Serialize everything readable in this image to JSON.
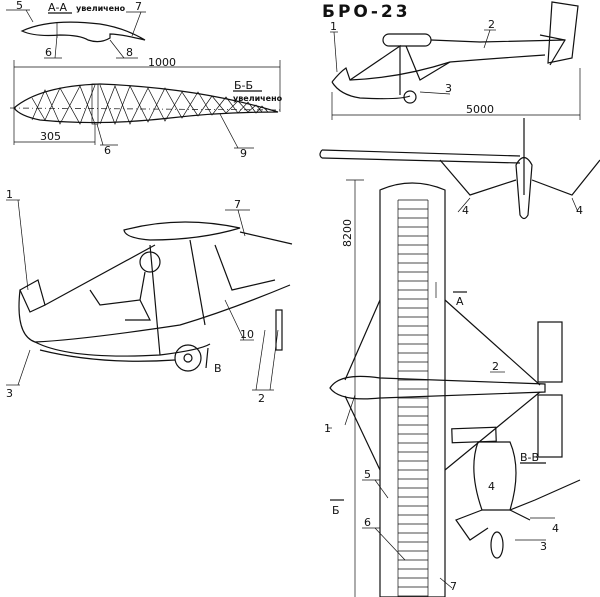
{
  "title": "БРО-23",
  "sections": {
    "aa": {
      "name": "А-А",
      "note": "увеличено"
    },
    "bb": {
      "name": "Б-Б",
      "note": "увеличено"
    },
    "vv": {
      "name": "В-В"
    }
  },
  "dimensions": {
    "chord": "1000",
    "spar_offset": "305",
    "length": "5000",
    "span": "8200"
  },
  "section_marks": {
    "a": "А",
    "b": "Б",
    "v": "В"
  },
  "callouts": {
    "c1": "1",
    "c2": "2",
    "c3": "3",
    "c4": "4",
    "c5": "5",
    "c6": "6",
    "c7": "7",
    "c8": "8",
    "c9": "9",
    "c10": "10"
  }
}
